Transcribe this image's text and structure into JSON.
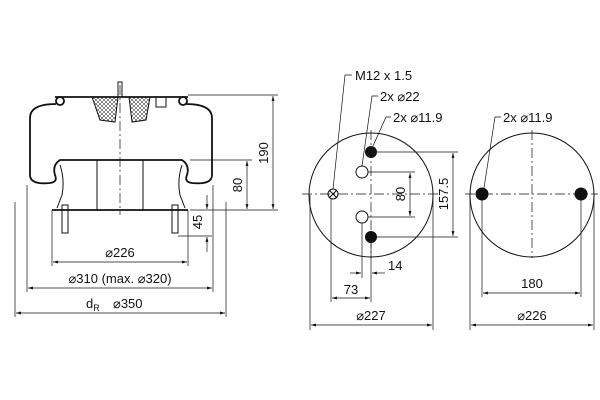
{
  "side_view": {
    "height_total": "190",
    "height_piston": "80",
    "height_bolts": "45",
    "dia_base": "⌀226",
    "dia_bellows": "⌀310 (max. ⌀320)",
    "dia_rolling_prefix": "d",
    "dia_rolling_sub": "R",
    "dia_rolling": "⌀350"
  },
  "top_plate_view": {
    "thread_label": "M12 x 1.5",
    "air_holes_label": "2x ⌀22",
    "bolt_holes_label": "2x ⌀11.9",
    "hole_spacing_inner": "80",
    "hole_spacing_outer": "157.5",
    "offset_small": "14",
    "offset_center": "73",
    "diameter": "⌀227"
  },
  "bottom_plate_view": {
    "bolt_holes_label": "2x ⌀11.9",
    "hole_spacing": "180",
    "diameter": "⌀226"
  }
}
